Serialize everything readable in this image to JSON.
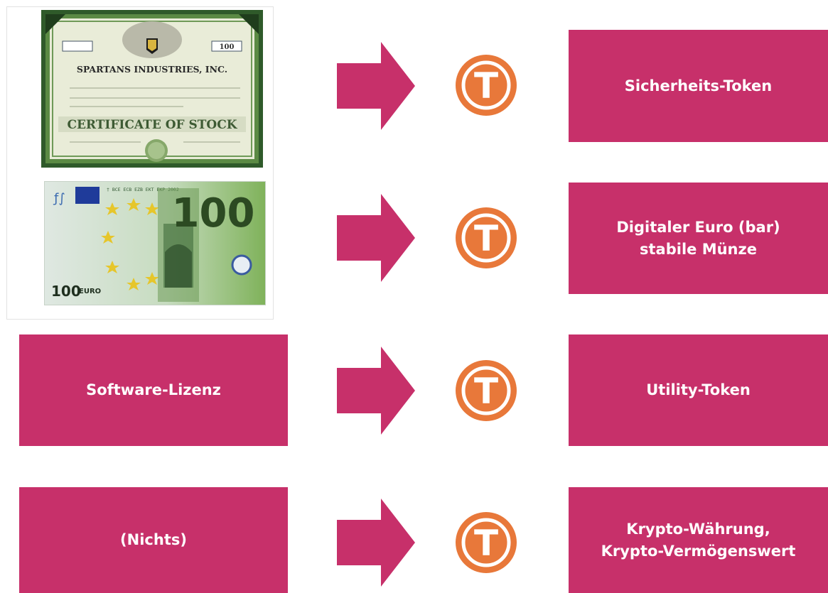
{
  "rows": [
    {
      "right_lines": [
        "Sicherheits-Token"
      ]
    },
    {
      "right_lines": [
        "Digitaler Euro (bar)",
        "stabile Münze"
      ]
    },
    {
      "left_lines": [
        "Software-Lizenz"
      ],
      "right_lines": [
        "Utility-Token"
      ]
    },
    {
      "left_lines": [
        "(Nichts)"
      ],
      "right_lines": [
        "Krypto-Währung,",
        "Krypto-Vermögenswert"
      ]
    }
  ],
  "stock_certificate": {
    "company": "SPARTANS INDUSTRIES, INC.",
    "title": "CERTIFICATE OF STOCK",
    "number_box": "100"
  },
  "banknote": {
    "denomination": "100",
    "currency": "EURO",
    "serial": "† BCE ECB EZB EKT EKP 2002"
  },
  "token_letter": "T",
  "colors": {
    "box": "#c7306a",
    "arrow": "#c7306a",
    "token": "#e8783a"
  }
}
